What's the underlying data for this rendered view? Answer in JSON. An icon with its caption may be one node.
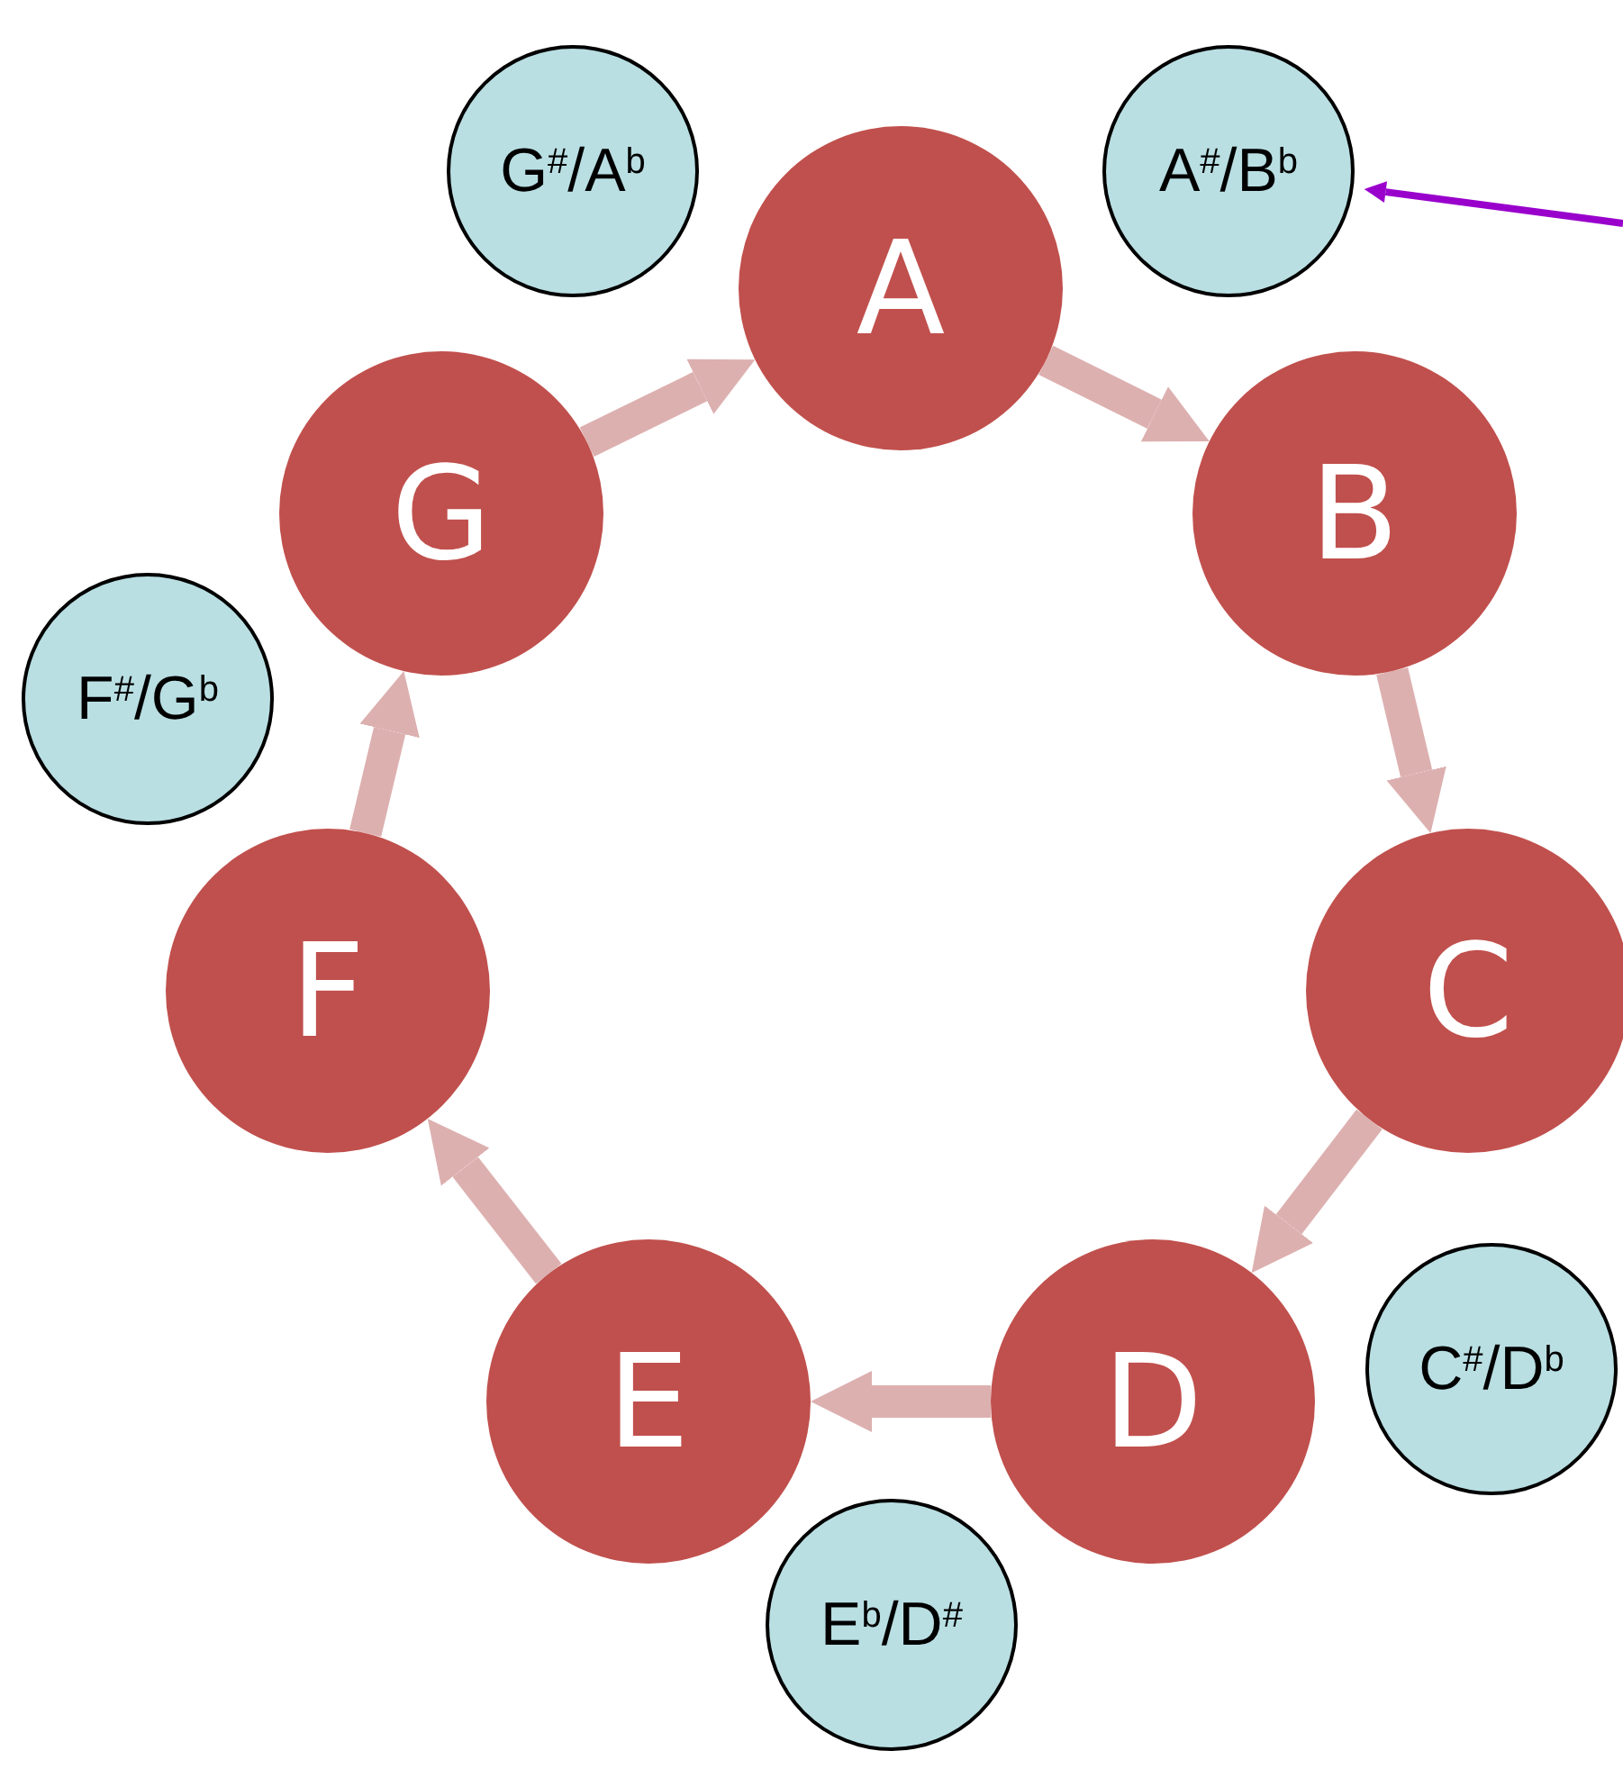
{
  "diagram": {
    "nodes": [
      {
        "text": [
          "G$^{#}$/A$^{b}$"
        ]
      },
      {
        "text": [
          "A"
        ]
      },
      {
        "text": [
          "A$^{#}$/B$^{b}$"
        ]
      },
      {
        "text": [
          "G"
        ]
      },
      {
        "text": [
          "B"
        ]
      },
      {
        "text": [
          "F$^{#}$/G$^{b}$"
        ]
      },
      {
        "text": [
          "F"
        ]
      },
      {
        "text": [
          "C"
        ]
      },
      {
        "text": [
          "E"
        ]
      },
      {
        "text": [
          "D"
        ]
      },
      {
        "text": [
          "C$^{#}$/D$^{b}$"
        ]
      },
      {
        "text": [
          "E$^{b}$/D$^{#}$"
        ]
      }
    ],
    "edges": [
      {
        "from": 1,
        "to": 4,
        "arrow": "to"
      },
      {
        "from": 4,
        "to": 7,
        "arrow": "to"
      },
      {
        "from": 7,
        "to": 9,
        "arrow": "to"
      },
      {
        "from": 9,
        "to": 8,
        "arrow": "to"
      },
      {
        "from": 8,
        "to": 6,
        "arrow": "to"
      },
      {
        "from": 6,
        "to": 3,
        "arrow": "to"
      },
      {
        "from": 3,
        "to": 1,
        "arrow": "to"
      },
      {
        "from": null,
        "to": 2,
        "arrow": "to",
        "color": "#9900cc"
      }
    ]
  }
}
